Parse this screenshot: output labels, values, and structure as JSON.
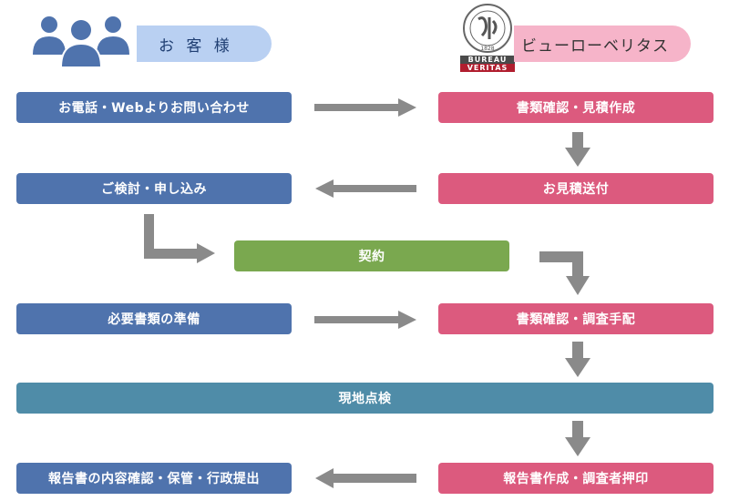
{
  "header": {
    "customer_label": "お 客 様",
    "bv_label": "ビューローベリタス",
    "logo_text_top": "BUREAU",
    "logo_text_bottom": "VERITAS",
    "logo_year": "1828"
  },
  "customer_steps": [
    "お電話・Webよりお問い合わせ",
    "ご検討・申し込み",
    "必要書類の準備",
    "報告書の内容確認・保管・行政提出"
  ],
  "bv_steps": [
    "書類確認・見積作成",
    "お見積送付",
    "書類確認・調査手配",
    "報告書作成・調査者押印"
  ],
  "shared_steps": {
    "contract": "契約",
    "site_inspection": "現地点検"
  },
  "colors": {
    "customer": "#4f73ad",
    "bv": "#dc5a7e",
    "contract": "#7aa84f",
    "inspection": "#4f8ca8",
    "arrow": "#8a8a8a"
  }
}
